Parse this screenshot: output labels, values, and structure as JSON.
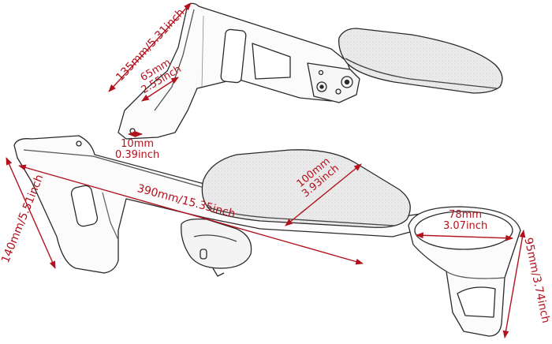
{
  "diagram": {
    "subject": "Passenger armrest set with cup holder — dimension drawing",
    "colors": {
      "dimension": "#b3121d",
      "outline": "#2a2a2a",
      "pad_fill": "#e6e6e6",
      "background": "#ffffff"
    },
    "parts": [
      {
        "id": "upper-armrest",
        "description": "Bracket with hinged armrest pad (top)"
      },
      {
        "id": "lower-armrest",
        "description": "Bracket with long arm, armrest pad and cup holder (bottom)"
      },
      {
        "id": "cup-holder",
        "description": "Cup holder ring at right end of lower arm"
      }
    ],
    "dimensions": {
      "upper_height": {
        "line1": "135mm/5.31inch"
      },
      "upper_hole_spacing": {
        "line1": "65mm",
        "line2": "2.55inch"
      },
      "mount_hole": {
        "line1": "10mm",
        "line2": "0.39inch"
      },
      "overall_length": {
        "line1": "390mm/15.35inch"
      },
      "pad_width": {
        "line1": "100mm",
        "line2": "3.93inch"
      },
      "lower_height": {
        "line1": "140mm/5.51inch"
      },
      "cup_diameter": {
        "line1": "78mm",
        "line2": "3.07inch"
      },
      "cup_height": {
        "line1": "95mm/3.74inch"
      }
    }
  }
}
